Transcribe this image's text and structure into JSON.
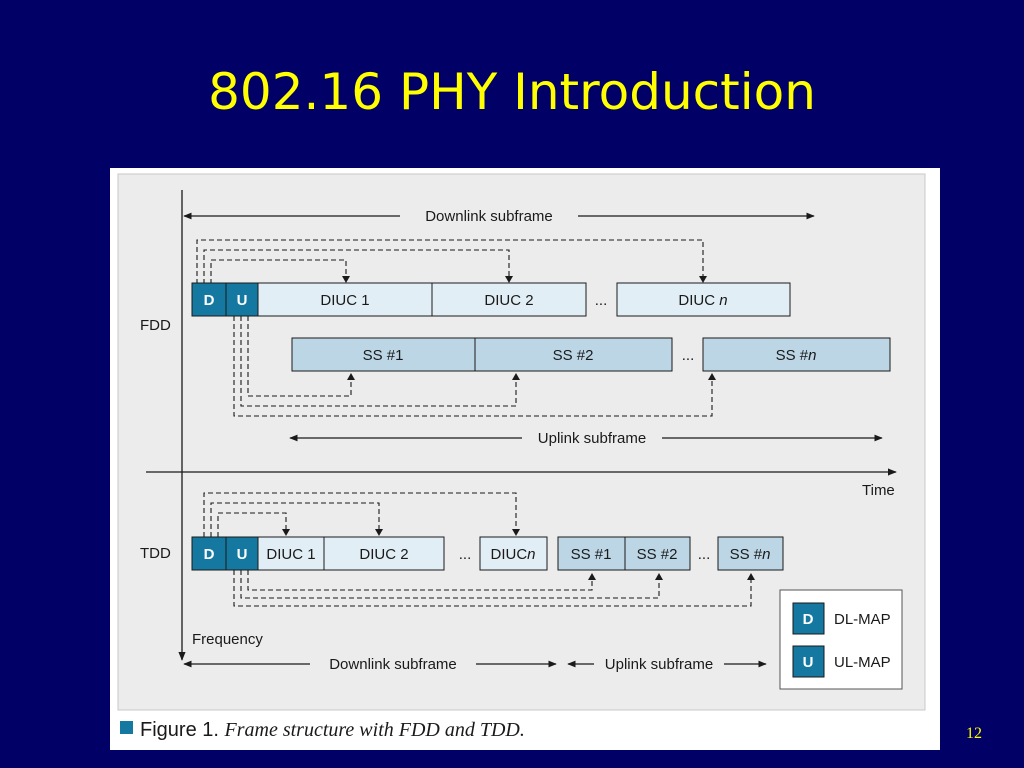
{
  "slide": {
    "title": "802.16 PHY Introduction",
    "page_number": "12"
  },
  "figure": {
    "caption_label": "Figure 1.",
    "caption_text": "Frame structure with FDD and TDD.",
    "colors": {
      "map_block": "#1478a0",
      "downlink_block": "#e2eef5",
      "uplink_block": "#bcd6e6",
      "panel_bg": "#ececec"
    }
  },
  "fdd": {
    "label": "FDD",
    "downlink_subframe": "Downlink subframe",
    "uplink_subframe": "Uplink subframe",
    "dl_map": "D",
    "ul_map": "U",
    "diuc": [
      "DIUC 1",
      "DIUC 2",
      "DIUC"
    ],
    "diuc_n": "n",
    "ss": [
      "SS #1",
      "SS #2",
      "SS #"
    ],
    "ss_n": "n",
    "ellipsis": "..."
  },
  "axes": {
    "time": "Time",
    "frequency": "Frequency"
  },
  "tdd": {
    "label": "TDD",
    "dl_map": "D",
    "ul_map": "U",
    "diuc": [
      "DIUC 1",
      "DIUC 2",
      "DIUC"
    ],
    "diuc_n": "n",
    "ss": [
      "SS #1",
      "SS #2",
      "SS #"
    ],
    "ss_n": "n",
    "ellipsis": "...",
    "downlink_subframe": "Downlink subframe",
    "uplink_subframe": "Uplink subframe"
  },
  "legend": {
    "dl_map_symbol": "D",
    "dl_map_label": "DL-MAP",
    "ul_map_symbol": "U",
    "ul_map_label": "UL-MAP"
  }
}
